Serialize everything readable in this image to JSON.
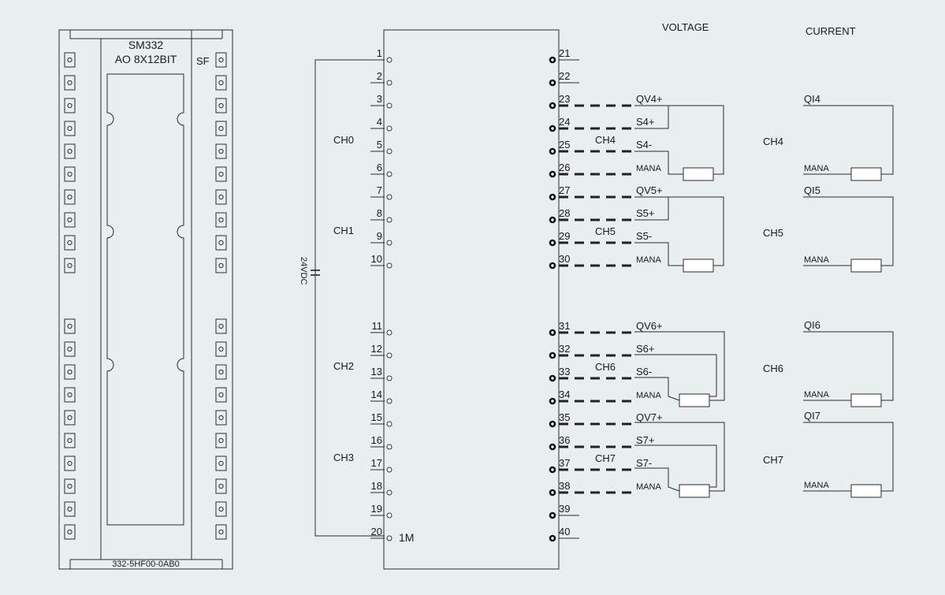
{
  "module": {
    "name": "SM332",
    "type": "AO 8X12BIT",
    "sf": "SF",
    "order_no": "332-5HF00-0AB0"
  },
  "headers": {
    "voltage": "VOLTAGE",
    "current": "CURRENT"
  },
  "supply": {
    "label": "24VDC",
    "ground": "1M"
  },
  "left_pins": [
    "1",
    "2",
    "3",
    "4",
    "5",
    "6",
    "7",
    "8",
    "9",
    "10",
    "11",
    "12",
    "13",
    "14",
    "15",
    "16",
    "17",
    "18",
    "19",
    "20"
  ],
  "left_channels": [
    "CH0",
    "CH1",
    "CH2",
    "CH3"
  ],
  "right_pins": [
    "21",
    "22",
    "23",
    "24",
    "25",
    "26",
    "27",
    "28",
    "29",
    "30",
    "31",
    "32",
    "33",
    "34",
    "35",
    "36",
    "37",
    "38",
    "39",
    "40"
  ],
  "voltage_channels": [
    {
      "ch": "CH4",
      "qv": "QV4+",
      "sp": "S4+",
      "sm": "S4-",
      "mana": "MANA"
    },
    {
      "ch": "CH5",
      "qv": "QV5+",
      "sp": "S5+",
      "sm": "S5-",
      "mana": "MANA"
    },
    {
      "ch": "CH6",
      "qv": "QV6+",
      "sp": "S6+",
      "sm": "S6-",
      "mana": "MANA"
    },
    {
      "ch": "CH7",
      "qv": "QV7+",
      "sp": "S7+",
      "sm": "S7-",
      "mana": "MANA"
    }
  ],
  "current_channels": [
    {
      "ch": "CH4",
      "qi": "QI4",
      "mana": "MANA"
    },
    {
      "ch": "CH5",
      "qi": "QI5",
      "mana": "MANA"
    },
    {
      "ch": "CH6",
      "qi": "QI6",
      "mana": "MANA"
    },
    {
      "ch": "CH7",
      "qi": "QI7",
      "mana": "MANA"
    }
  ]
}
